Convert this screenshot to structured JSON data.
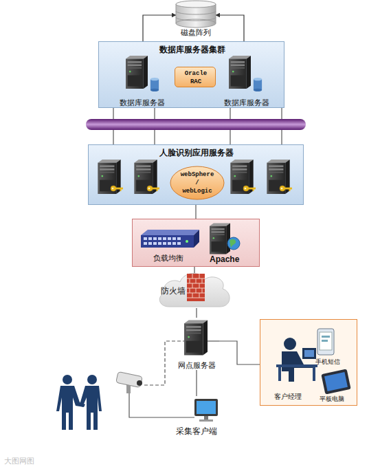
{
  "diagram": {
    "nodes": [
      {
        "text": [
          "磁盘阵列"
        ]
      },
      {
        "text": [
          "数据库服务器集群"
        ]
      },
      {
        "text": [
          "数据库服务器"
        ],
        "in": 1
      },
      {
        "text": [
          "Oracle RAC"
        ],
        "in": 1
      },
      {
        "text": [
          "数据库服务器"
        ],
        "in": 1
      },
      {
        "text": [
          "人脸识别应用服务器"
        ]
      },
      {
        "text": [
          "webSphere / webLogic"
        ],
        "in": 5
      },
      {
        "text": [
          "负载均衡",
          "Apache"
        ]
      },
      {
        "text": [
          "防火墙"
        ]
      },
      {
        "text": [
          "网点服务器"
        ]
      },
      {
        "text": [
          "手机短信",
          "客户经理",
          "平板电脑"
        ]
      },
      {
        "text": [
          "采集客户端"
        ]
      }
    ],
    "edges": [
      {
        "from": 1,
        "to": 0,
        "arrow": "to"
      },
      {
        "from": 1,
        "to": 0,
        "arrow": "to"
      },
      {
        "from": 1,
        "to": 5,
        "arrow": "none"
      },
      {
        "from": 5,
        "to": 7,
        "arrow": "none"
      },
      {
        "from": 7,
        "to": 8,
        "arrow": "none"
      },
      {
        "from": 8,
        "to": 9,
        "arrow": "none"
      },
      {
        "from": 9,
        "to": 10,
        "arrow": "none"
      },
      {
        "from": 9,
        "to": 11,
        "arrow": "none"
      }
    ],
    "labels": [
      "大图网图"
    ]
  }
}
